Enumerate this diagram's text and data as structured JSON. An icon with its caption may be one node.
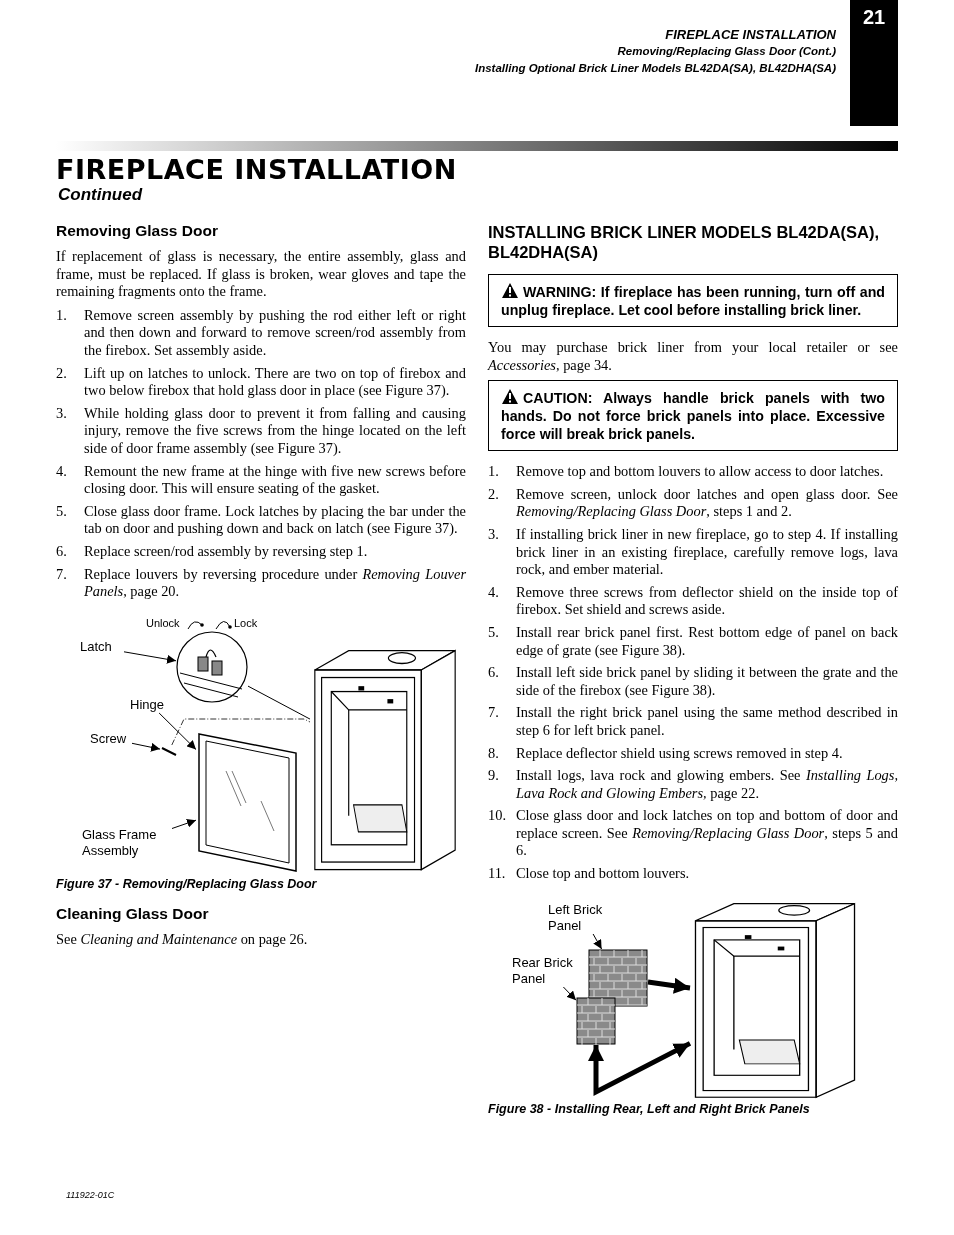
{
  "diagram": {
    "title": "FIREPLACE INSTALLATION",
    "nodes": [
      {
        "text": [
          "21"
        ]
      },
      {
        "text": [
          "Latch"
        ]
      },
      {
        "text": [],
        "shape": "picture"
      },
      {
        "text": [],
        "shape": "picture"
      },
      {
        "text": [
          "Hinge"
        ]
      },
      {
        "text": [
          "Screw"
        ]
      },
      {
        "text": [],
        "shape": "picture"
      },
      {
        "text": [
          "Glass Frame Assembly"
        ]
      },
      {
        "text": [],
        "shape": "picture"
      },
      {
        "text": [
          "WARNING: If fireplace has been running, turn off and unplug fireplace. Let cool before installing brick liner."
        ]
      },
      {
        "text": [
          "CAUTION: Always handle brick panels with two hands. Do not force brick panels into place. Excessive force will break brick panels."
        ]
      },
      {
        "text": [
          "Left Brick Panel"
        ]
      },
      {
        "text": [],
        "shape": "picture"
      },
      {
        "text": [
          "Rear Brick Panel"
        ]
      },
      {
        "text": [],
        "shape": "picture"
      },
      {
        "text": [],
        "shape": "picture"
      }
    ],
    "edges": [
      {
        "from": 1,
        "to": 2,
        "arrow": "to"
      },
      {
        "from": 2,
        "to": 3,
        "arrow": "none"
      },
      {
        "from": 4,
        "to": 8,
        "arrow": "to"
      },
      {
        "from": 5,
        "to": 6,
        "arrow": "to"
      },
      {
        "from": 7,
        "to": 8,
        "arrow": "to"
      },
      {
        "from": 11,
        "to": 12,
        "arrow": "to"
      },
      {
        "from": 13,
        "to": 14,
        "arrow": "to"
      },
      {
        "from": 12,
        "to": 15,
        "arrow": "to",
        "style": "thick"
      },
      {
        "from": 14,
        "to": 15,
        "arrow": "both",
        "style": "thick"
      },
      {
        "from": 6,
        "to": 3,
        "arrow": "none",
        "style": "dashed"
      }
    ],
    "labels": [
      "FIREPLACE INSTALLATION",
      "Removing/Replacing Glass Door (Cont.)",
      "Installing Optional Brick Liner Models BL42DA(SA), BL42DHA(SA)",
      "Continued",
      "Removing Glass Door",
      "If replacement of glass is necessary, the entire assembly, glass and frame, must be replaced. If glass is broken, wear gloves and tape the remaining fragments onto the frame.",
      "1.",
      "Remove screen assembly by pushing the rod either left or right and then down and forward to remove screen/rod assembly from the firebox. Set assembly aside.",
      "2.",
      "Lift up on latches to unlock. There are two on top of firebox and two below firebox that hold glass door in place (see Figure 37).",
      "3.",
      "While holding glass door to prevent it from falling and causing injury, remove the five screws from the hinge located on the left side of door frame assembly (see Figure 37).",
      "4.",
      "Remount the new frame at the hinge with five new screws before closing door. This will ensure seating of the gasket.",
      "5.",
      "Close glass door frame. Lock latches by placing the bar under the tab on door and pushing down and back on latch (see Figure 37).",
      "6.",
      "Replace screen/rod assembly by reversing step 1.",
      "7.",
      "Replace louvers by reversing procedure under *Removing Louver Panels*, page 20.",
      "Unlock",
      "Lock",
      "Figure 37 - Removing/Replacing Glass Door",
      "Cleaning Glass Door",
      "See *Cleaning and Maintenance* on page 26.",
      "INSTALLING BRICK LINER MODELS BL42DA(SA), BL42DHA(SA)",
      "You may purchase brick liner from your local retailer or see *Accessories*, page 34.",
      "1.",
      "Remove top and bottom louvers to allow access to door latches.",
      "2.",
      "Remove screen, unlock door latches and open glass door. See *Removing/Replacing Glass Door*, steps 1 and 2.",
      "3.",
      "If installing brick liner in new fireplace, go to step 4. If installing brick liner in an existing fireplace, carefully remove logs, lava rock, and ember material.",
      "4.",
      "Remove three screws from deflector shield on the inside top of firebox. Set shield and screws aside.",
      "5.",
      "Install rear brick panel first. Rest bottom edge of panel on back edge of grate (see Figure 38).",
      "6.",
      "Install left side brick panel by sliding it between the grate and the side of the firebox (see Figure 38).",
      "7.",
      "Install the right brick panel using the same method described in step 6 for left brick panel.",
      "8.",
      "Replace deflector shield using screws removed in step 4.",
      "9.",
      "Install logs, lava rock and glowing embers. See *Installing Logs, Lava Rock and Glowing Embers,* page 22.",
      "10.",
      "Close glass door and lock latches on top and bottom of door and replace screen. See *Removing/Replacing Glass Door*, steps 5 and 6.",
      "11.",
      "Close top and bottom louvers.",
      "Figure 38 - Installing Rear, Left and Right Brick Panels",
      "111922-01C"
    ]
  }
}
